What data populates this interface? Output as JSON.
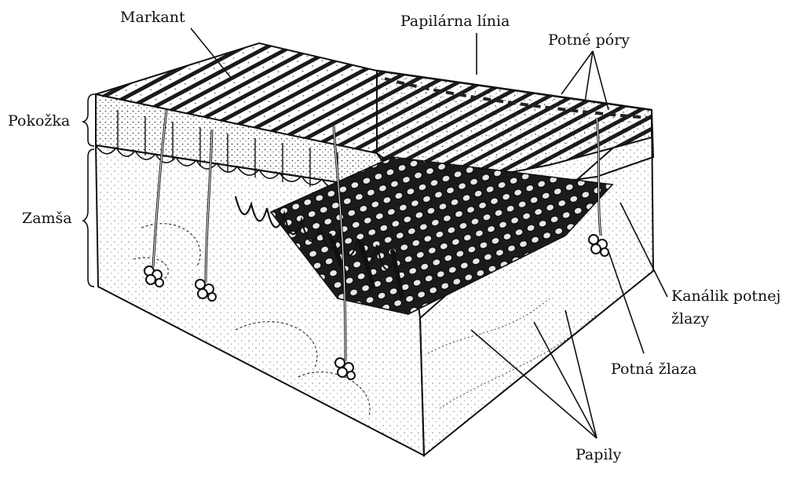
{
  "labels": {
    "markant": "Markant",
    "papilarna_linia": "Papilárna línia",
    "potne_pory": "Potné póry",
    "pokozka": "Pokožka",
    "zamsa": "Zamša",
    "kanalik_line1": "Kanálik potnej",
    "kanalik_line2": "žlazy",
    "potna_zlaza": "Potná žlaza",
    "papily": "Papily"
  },
  "colors": {
    "ink": "#111111",
    "paper": "#ffffff",
    "shade": "#2a2a2a"
  }
}
